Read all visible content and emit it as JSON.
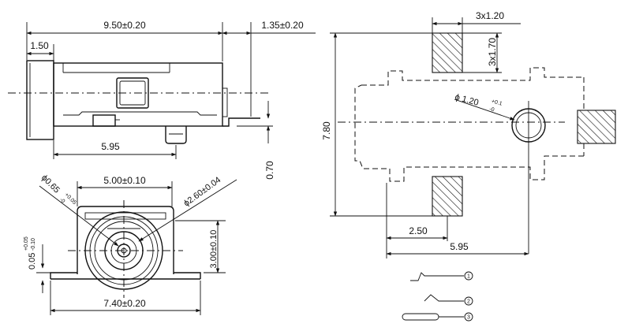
{
  "side_view": {
    "overall_length": "9.50±0.20",
    "front_flange": "1.50",
    "tail_extension": "1.35±0.20",
    "pin_offset": "5.95",
    "height_offset": "0.70"
  },
  "front_view": {
    "hole_diameter_prefix": "ϕ0.65",
    "hole_diameter_tol_plus": "+0.05",
    "hole_diameter_tol_minus": "-0",
    "pin_spacing": "5.00±0.10",
    "bore_diameter": "ϕ2.60±0.04",
    "center_height": "3.00±0.10",
    "base_offset": "0.05",
    "base_offset_tol_plus": "+0.05",
    "base_offset_tol_minus": "-0.10",
    "overall_width": "7.40±0.20"
  },
  "footprint": {
    "pad_size": "3x1.20",
    "pad_height": "3x1.70",
    "hole_diameter_prefix": "ϕ 1.20",
    "hole_tol_plus": "+0.1",
    "hole_tol_minus": "-0",
    "overall_height": "7.80",
    "pad_offset": "2.50",
    "hole_offset": "5.95"
  },
  "pin_legend": {
    "pin1": "1",
    "pin2": "2",
    "pin3": "3"
  }
}
